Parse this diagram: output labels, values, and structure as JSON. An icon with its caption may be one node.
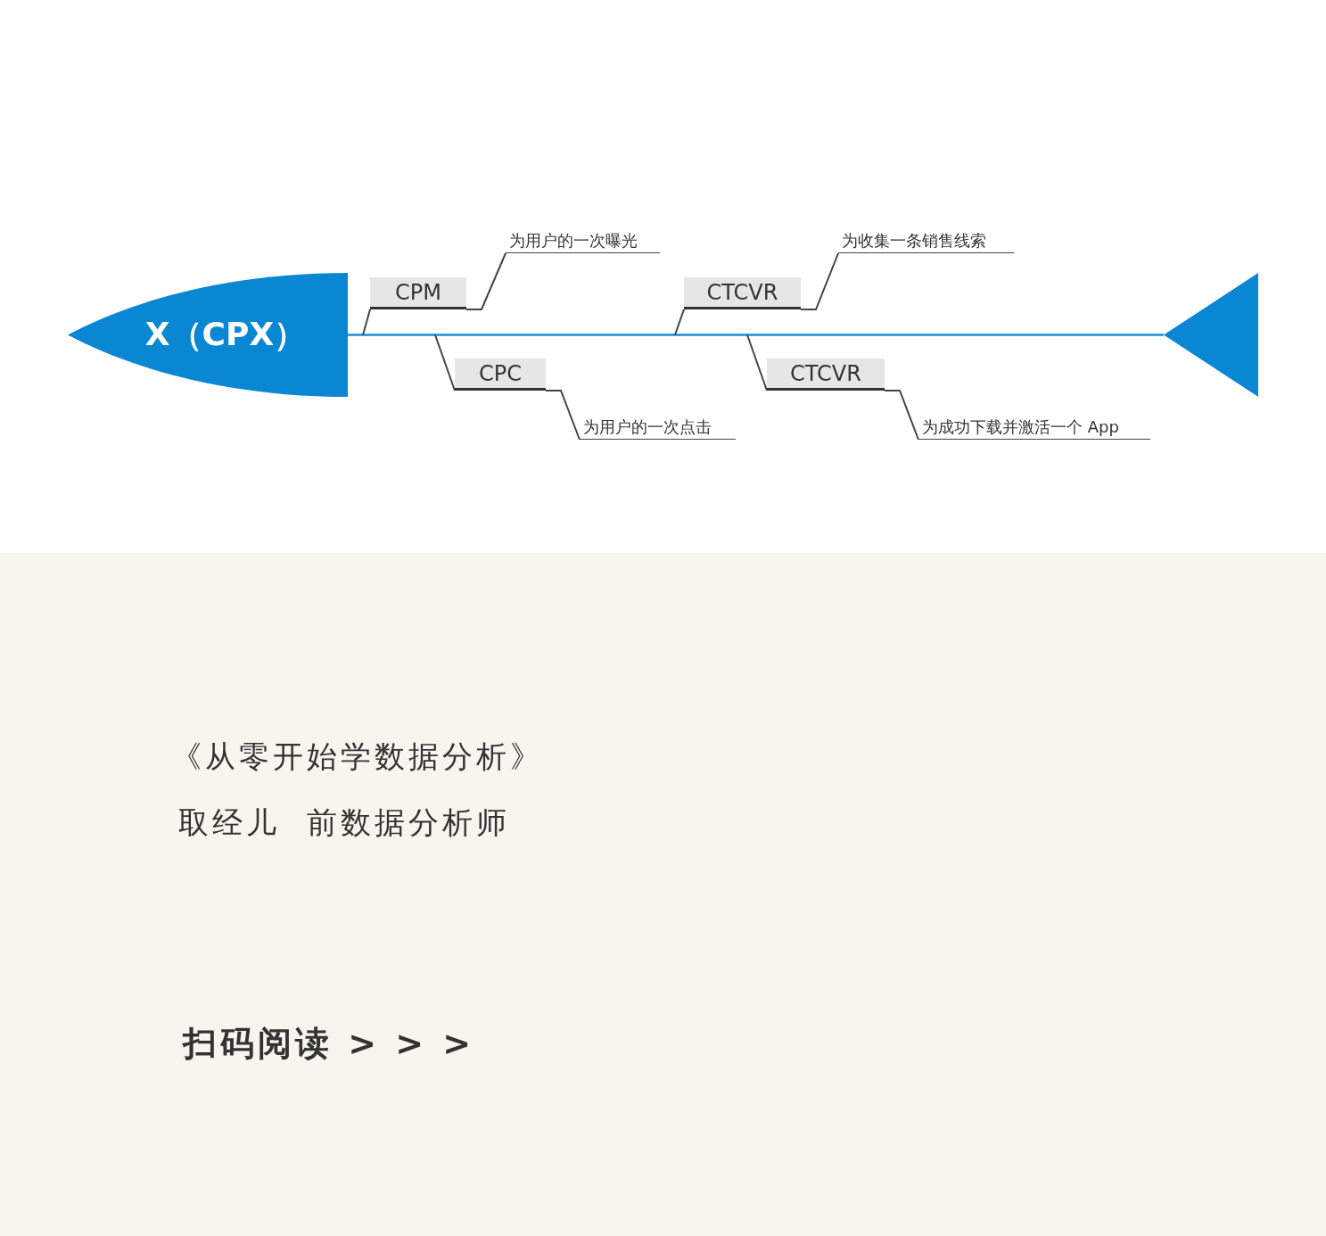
{
  "diagram": {
    "nodes": [
      {
        "text": [
          "X（CPX）"
        ]
      },
      {
        "text": [],
        "shape": "triangle"
      },
      {
        "text": [
          "CPM"
        ]
      },
      {
        "text": [
          "为用户的一次曝光"
        ]
      },
      {
        "text": [
          "CPC"
        ]
      },
      {
        "text": [
          "为用户的一次点击"
        ]
      },
      {
        "text": [
          "CTCVR"
        ]
      },
      {
        "text": [
          "为收集一条销售线索"
        ]
      },
      {
        "text": [
          "CTCVR"
        ]
      },
      {
        "text": [
          "为成功下载并激活一个 App"
        ]
      }
    ],
    "edges": [
      {
        "from": 0,
        "to": 1,
        "arrow": "none",
        "color": "#1a8fd8"
      },
      {
        "from": 2,
        "to": 0,
        "arrow": "none"
      },
      {
        "from": 2,
        "to": 3,
        "arrow": "none"
      },
      {
        "from": 4,
        "to": null,
        "arrow": "none"
      },
      {
        "from": 4,
        "to": 5,
        "arrow": "none"
      },
      {
        "from": 6,
        "to": null,
        "arrow": "none"
      },
      {
        "from": 6,
        "to": 7,
        "arrow": "none"
      },
      {
        "from": 8,
        "to": null,
        "arrow": "none"
      },
      {
        "from": 8,
        "to": 9,
        "arrow": "none"
      }
    ],
    "labels": [
      "《从零开始学数据分析》",
      "取经儿  前数据分析师",
      "扫码阅读 > > >"
    ]
  }
}
